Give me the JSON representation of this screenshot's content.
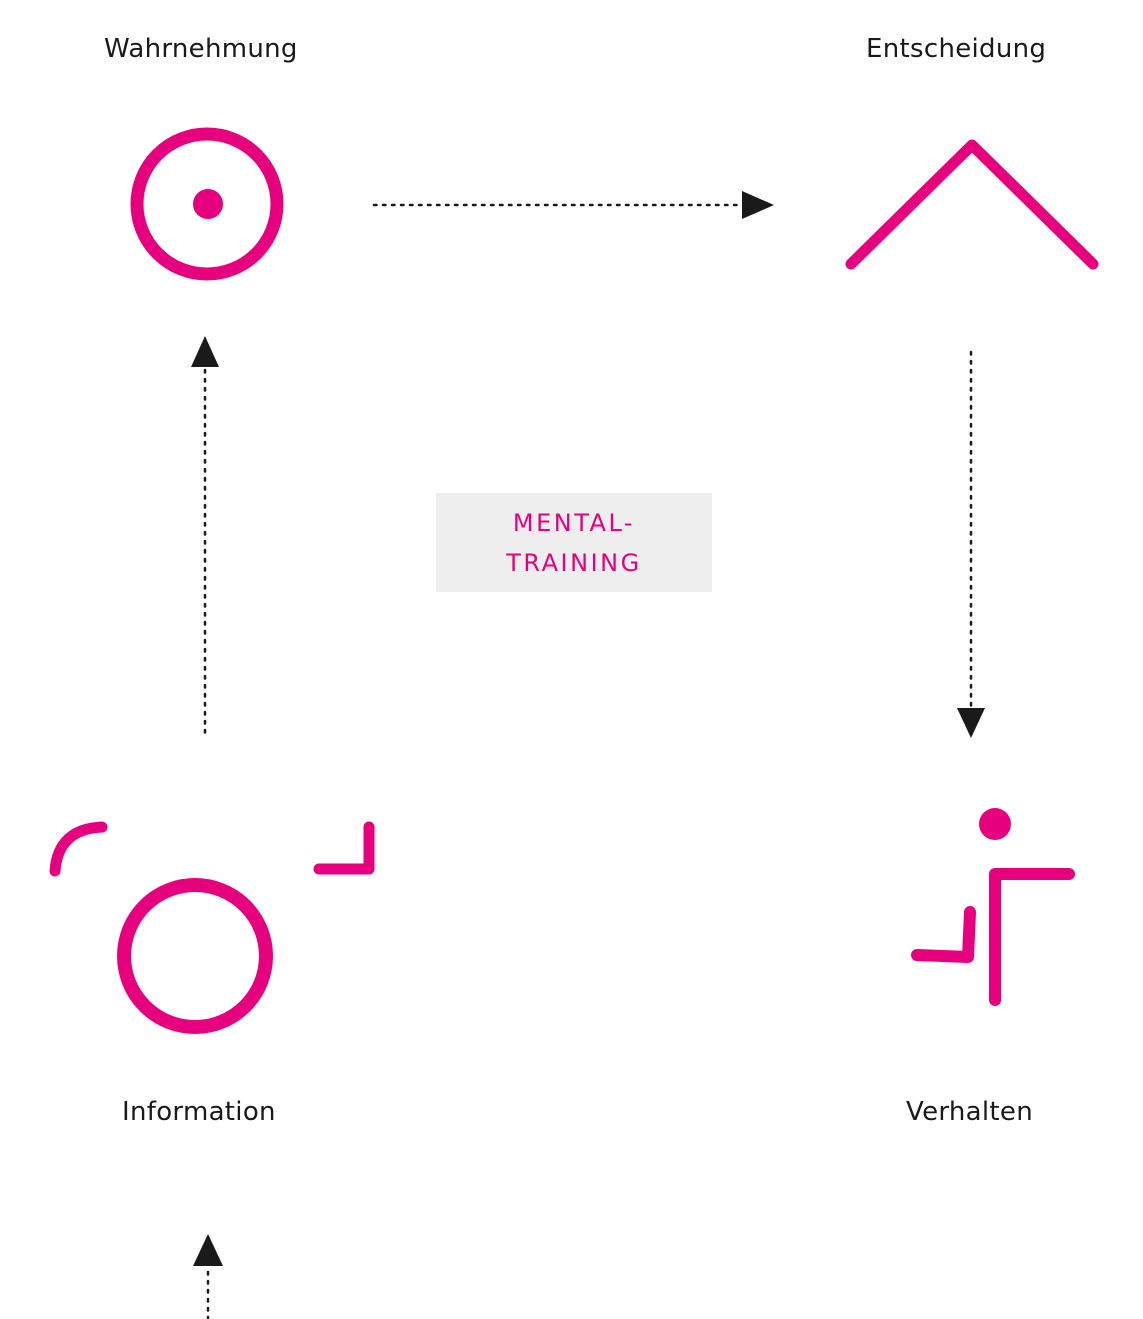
{
  "stages": {
    "perception": {
      "label": "Wahrnehmung",
      "icon": "target-icon"
    },
    "decision": {
      "label": "Entscheidung",
      "icon": "chevron-up-icon"
    },
    "information": {
      "label": "Information",
      "icon": "circle-with-corners-icon"
    },
    "behavior": {
      "label": "Verhalten",
      "icon": "person-sitting-icon"
    }
  },
  "center": {
    "line1": "MENTAL-",
    "line2": "TRAINING"
  },
  "colors": {
    "accent": "#e6007e",
    "text": "#1a1a1a",
    "arrow": "#1a1a1a",
    "box": "#eeeeee"
  }
}
